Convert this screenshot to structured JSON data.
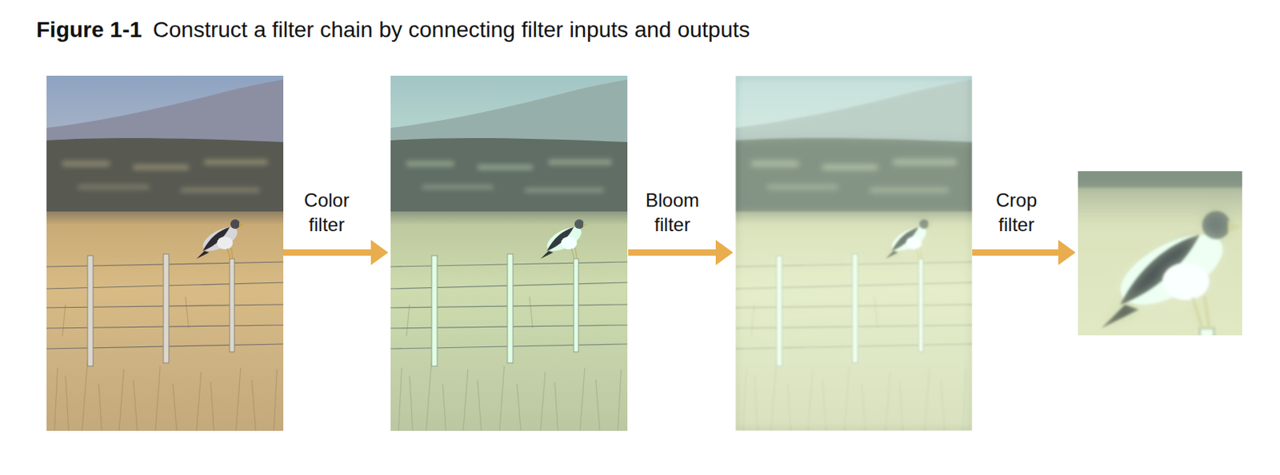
{
  "diagram": {
    "title": "Figure 1-1",
    "caption": "Construct a filter chain by connecting filter inputs and outputs",
    "labels": [
      "Color filter",
      "Bloom filter",
      "Crop filter"
    ]
  }
}
